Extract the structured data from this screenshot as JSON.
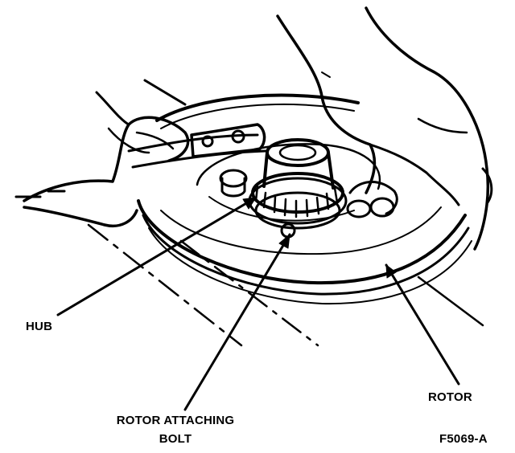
{
  "labels": {
    "hub": "HUB",
    "rotor": "ROTOR",
    "rotor_attaching_bolt_line1": "ROTOR ATTACHING",
    "rotor_attaching_bolt_line2": "BOLT",
    "figure_id": "F5069-A"
  },
  "colors": {
    "ink": "#000000",
    "paper": "#ffffff"
  }
}
